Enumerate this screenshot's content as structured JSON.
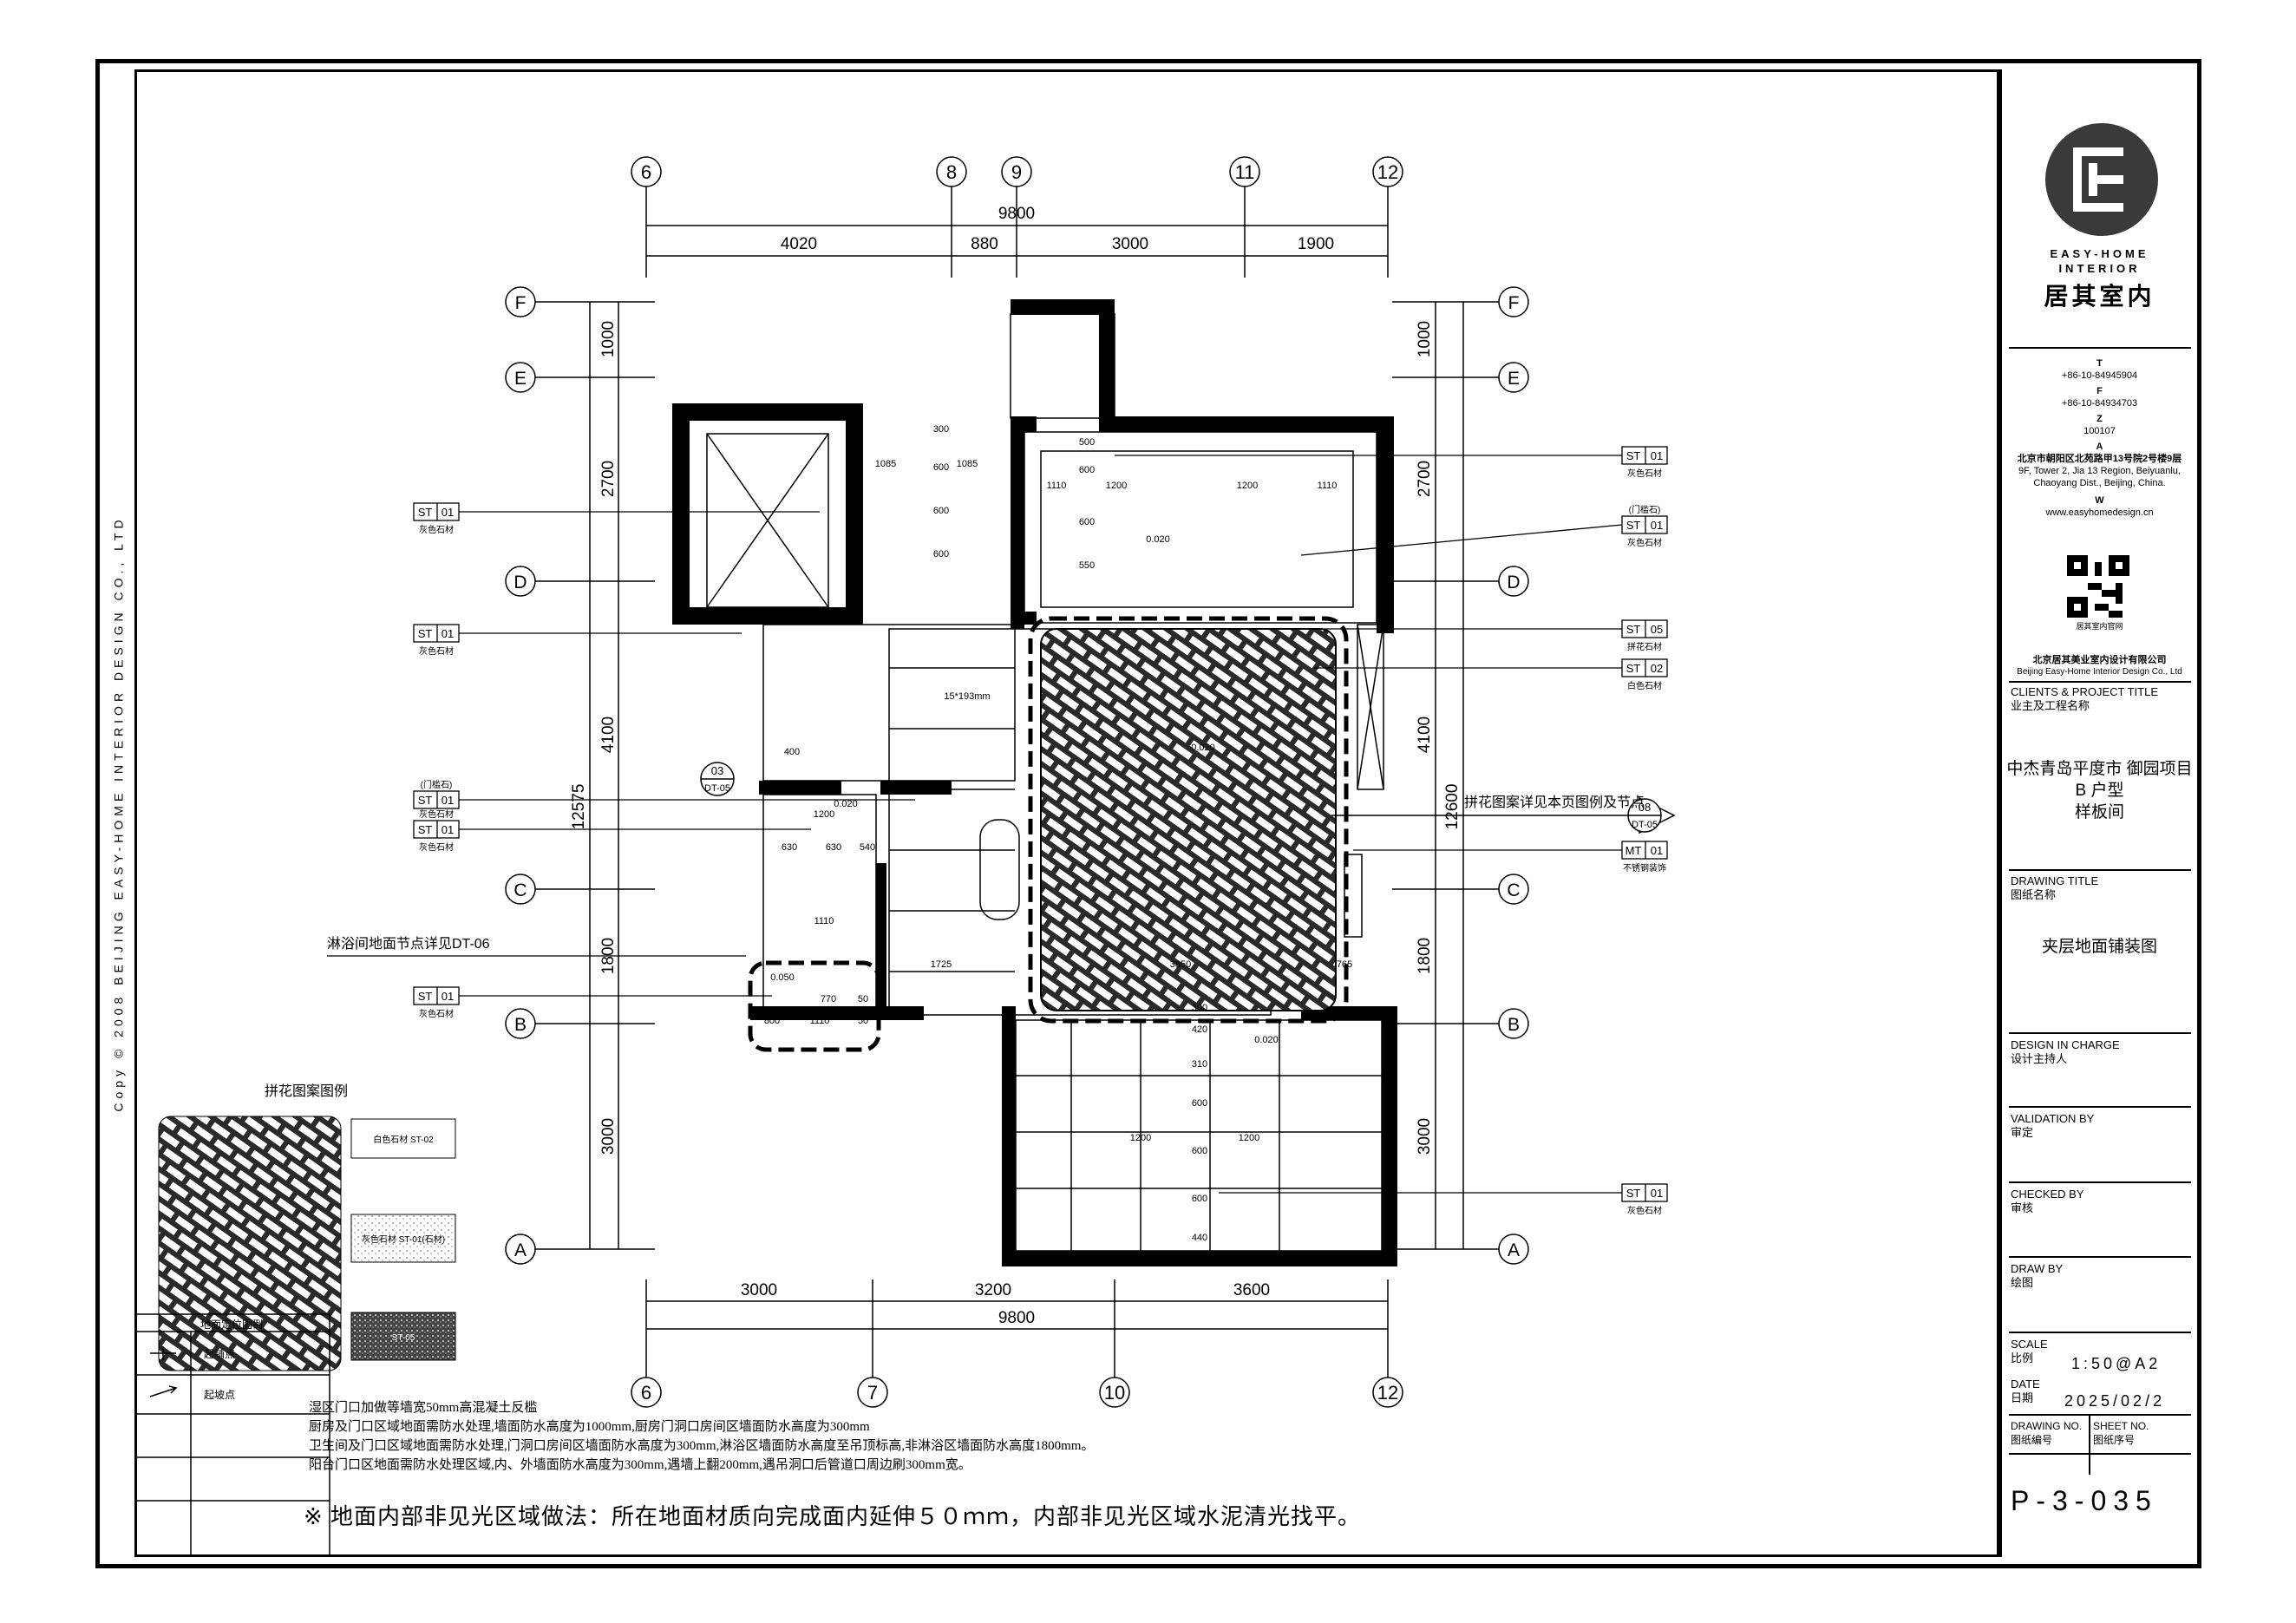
{
  "side_text": "Copy © 2008 BEIJING EASY-HOME INTERIOR DESIGN CO., LTD",
  "plan": {
    "grid_top": [
      "6",
      "8",
      "9",
      "11",
      "12"
    ],
    "grid_bottom": [
      "6",
      "7",
      "10",
      "12"
    ],
    "grid_rows": [
      "F",
      "E",
      "D",
      "C",
      "B",
      "A"
    ],
    "dim_top_total": "9800",
    "dim_top": [
      "4020",
      "880",
      "3000",
      "1900"
    ],
    "dim_bottom": [
      "3000",
      "3200",
      "3600"
    ],
    "dim_bottom_total": "9800",
    "dim_left": [
      "1000",
      "2700",
      "4100",
      "1800",
      "3000"
    ],
    "dim_left_total": "12575",
    "dim_right": [
      "1000",
      "2700",
      "4100",
      "1800",
      "3000"
    ],
    "dim_right_total": "12600",
    "inner_dims": [
      "1085",
      "1085",
      "300",
      "600",
      "600",
      "600",
      "1110",
      "1200",
      "1200",
      "1110",
      "500",
      "600",
      "600",
      "550",
      "0.020",
      "15*193mm",
      "400",
      "1200",
      "630",
      "630",
      "540",
      "0.020",
      "1110",
      "1725",
      "3850",
      "765",
      "0.020",
      "0.050",
      "770",
      "50",
      "800",
      "1110",
      "50",
      "420",
      "310",
      "600",
      "600",
      "600",
      "440",
      "1200",
      "1200",
      "300",
      "0.020"
    ],
    "callouts_left": [
      {
        "code": "ST",
        "num": "01",
        "sub": "灰色石材",
        "pre": ""
      },
      {
        "code": "ST",
        "num": "01",
        "sub": "灰色石材",
        "pre": ""
      },
      {
        "code": "ST",
        "num": "01",
        "sub": "灰色石材",
        "pre": "(门槛石)"
      },
      {
        "code": "ST",
        "num": "01",
        "sub": "灰色石材",
        "pre": ""
      },
      {
        "code": "ST",
        "num": "01",
        "sub": "灰色石材",
        "pre": ""
      }
    ],
    "callouts_right": [
      {
        "code": "ST",
        "num": "01",
        "sub": "灰色石材",
        "pre": ""
      },
      {
        "code": "ST",
        "num": "01",
        "sub": "灰色石材",
        "pre": "(门槛石)"
      },
      {
        "code": "ST",
        "num": "05",
        "sub": "拼花石材",
        "pre": ""
      },
      {
        "code": "ST",
        "num": "02",
        "sub": "白色石材",
        "pre": ""
      },
      {
        "code": "MT",
        "num": "01",
        "sub": "不锈钢装饰",
        "pre": ""
      },
      {
        "code": "ST",
        "num": "01",
        "sub": "灰色石材",
        "pre": ""
      }
    ],
    "section_left": {
      "num": "03",
      "ref": "DT-05"
    },
    "section_right": {
      "num": "08",
      "ref": "DT-05"
    },
    "pattern_note": "拼花图案详见本页图例及节点",
    "shower_note": "淋浴间地面节点详见DT-06",
    "legend_title": "拼花图案图例",
    "legend_items": [
      "白色石材 ST-02",
      "灰色石材 ST-01(石材)",
      "ST-05"
    ],
    "locator_title": "地面定位图例",
    "locator_items": [
      "起铺点",
      "起坡点"
    ]
  },
  "notes": [
    "湿区门口加做等墙宽50mm高混凝土反槛",
    "厨房及门口区域地面需防水处理,墙面防水高度为1000mm,厨房门洞口房间区墙面防水高度为300mm",
    "卫生间及门口区域地面需防水处理,门洞口房间区墙面防水高度为300mm,淋浴区墙面防水高度至吊顶标高,非淋浴区墙面防水高度1800mm。",
    "阳台门口区地面需防水处理区域,内、外墙面防水高度为300mm,遇墙上翻200mm,遇吊洞口后管道口周边刷300mm宽。"
  ],
  "main_note": "※   地面内部非见光区域做法：所在地面材质向完成面内延伸５０ｍｍ，内部非见光区域水泥清光找平。",
  "title_block": {
    "logo_en_1": "EASY-HOME",
    "logo_en_2": "INTERIOR",
    "logo_cn": "居其室内",
    "tel_label": "T",
    "tel": "+86-10-84945904",
    "fax_label": "F",
    "fax": "+86-10-84934703",
    "zip_label": "Z",
    "zip": "100107",
    "addr_label": "A",
    "addr_cn": "北京市朝阳区北苑路甲13号院2号楼9层",
    "addr_en_1": "9F, Tower 2, Jia 13 Region, Beiyuanlu,",
    "addr_en_2": "Chaoyang Dist., Beijing, China.",
    "web_label": "W",
    "web": "www.easyhomedesign.cn",
    "qr_caption": "居其室内官网",
    "company_cn": "北京居其美业室内设计有限公司",
    "company_en": "Beijing Easy-Home Interior Design Co., Ltd",
    "clients_label": "CLIENTS & PROJECT TITLE",
    "clients_cn": "业主及工程名称",
    "project_1": "中杰青岛平度市  御园项目",
    "project_2": "B 户型",
    "project_3": "样板间",
    "drawing_title_label": "DRAWING TITLE",
    "drawing_title_cn": "图纸名称",
    "drawing_title": "夹层地面铺装图",
    "design_label": "DESIGN IN CHARGE",
    "design_cn": "设计主持人",
    "validation_label": "VALIDATION BY",
    "validation_cn": "审定",
    "checked_label": "CHECKED BY",
    "checked_cn": "审核",
    "draw_label": "DRAW BY",
    "draw_cn": "绘图",
    "scale_label": "SCALE",
    "scale_cn": "比例",
    "scale": "1:50@A2",
    "date_label": "DATE",
    "date_cn": "日期",
    "date": "2025/02/2",
    "drawing_no_label": "DRAWING NO.",
    "drawing_no_cn": "图纸编号",
    "sheet_no_label": "SHEET NO.",
    "sheet_no_cn": "图纸序号",
    "sheet": "P-3-035"
  }
}
